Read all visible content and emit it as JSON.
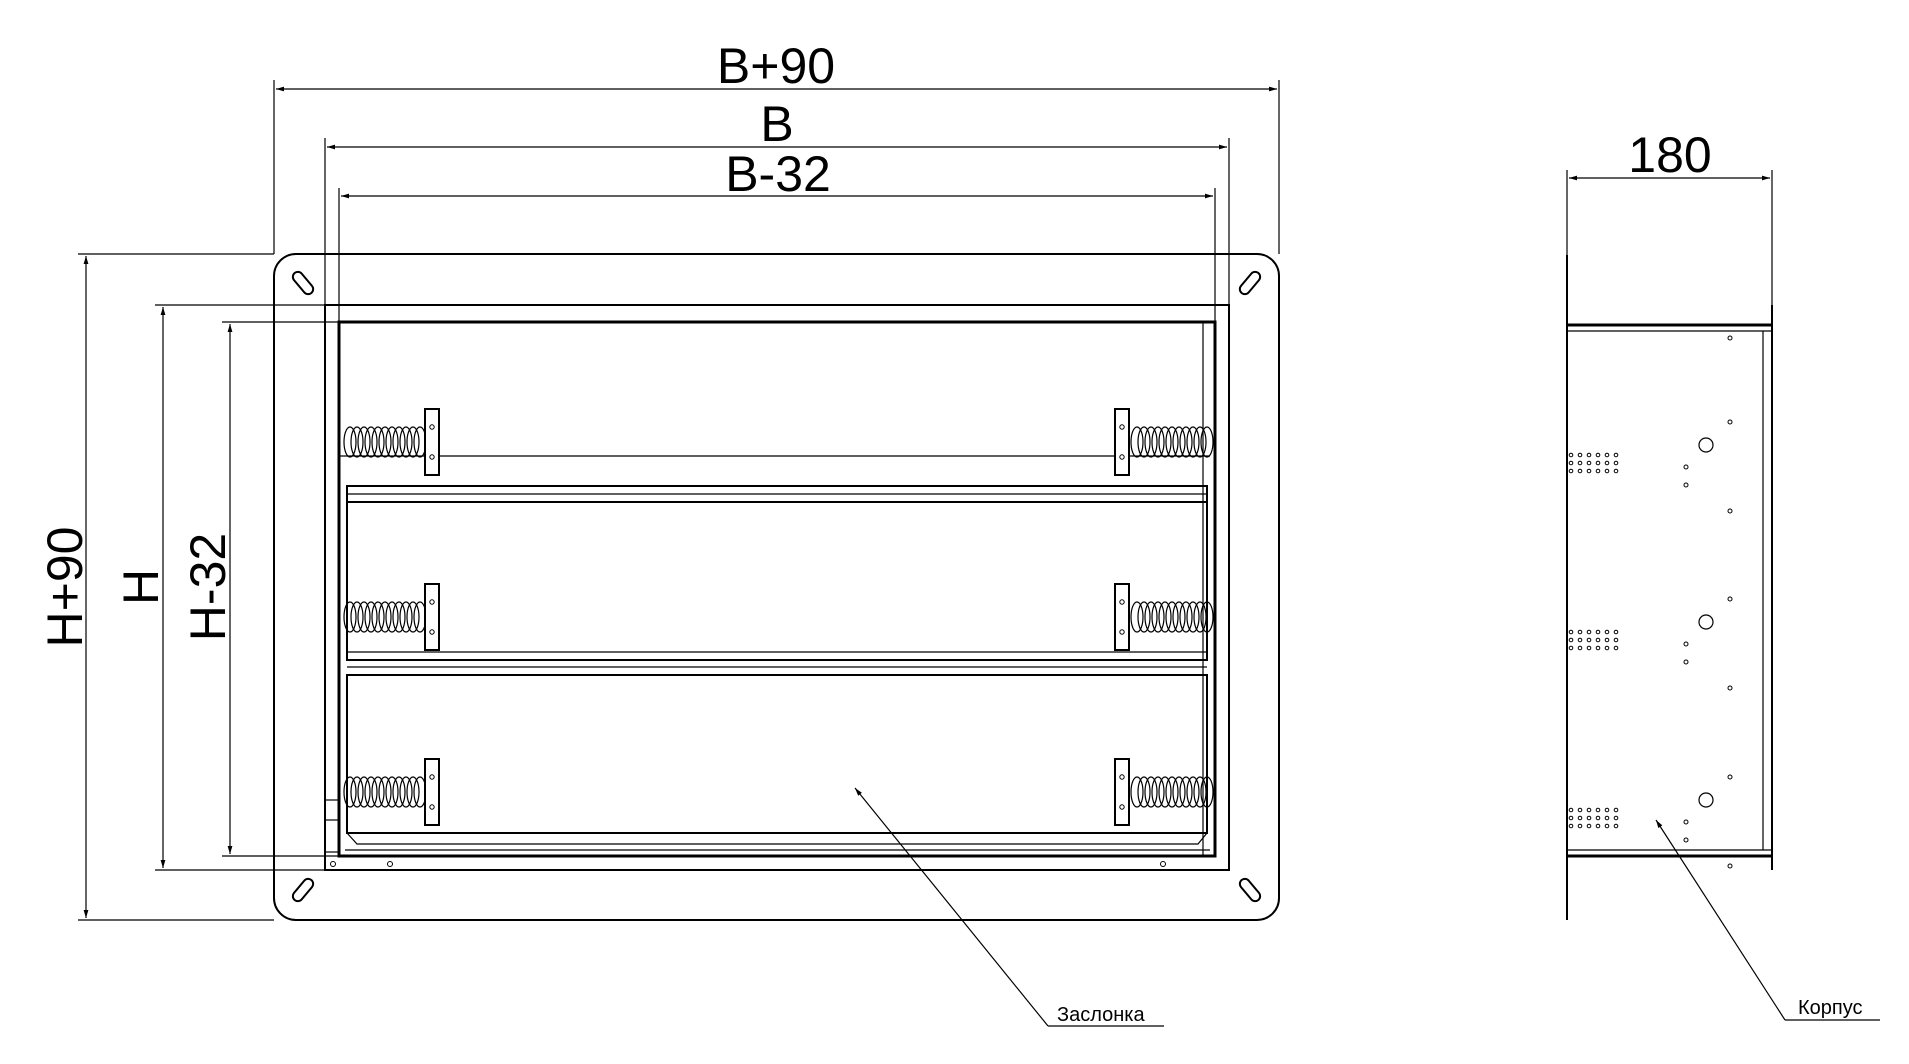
{
  "front_view": {
    "dim_width_outer": "B+90",
    "dim_width": "B",
    "dim_width_inner": "B-32",
    "dim_height_outer": "H+90",
    "dim_height": "H",
    "dim_height_inner": "H-32",
    "leader_label": "Заслонка"
  },
  "side_view": {
    "dim_depth": "180",
    "leader_label": "Корпус"
  }
}
